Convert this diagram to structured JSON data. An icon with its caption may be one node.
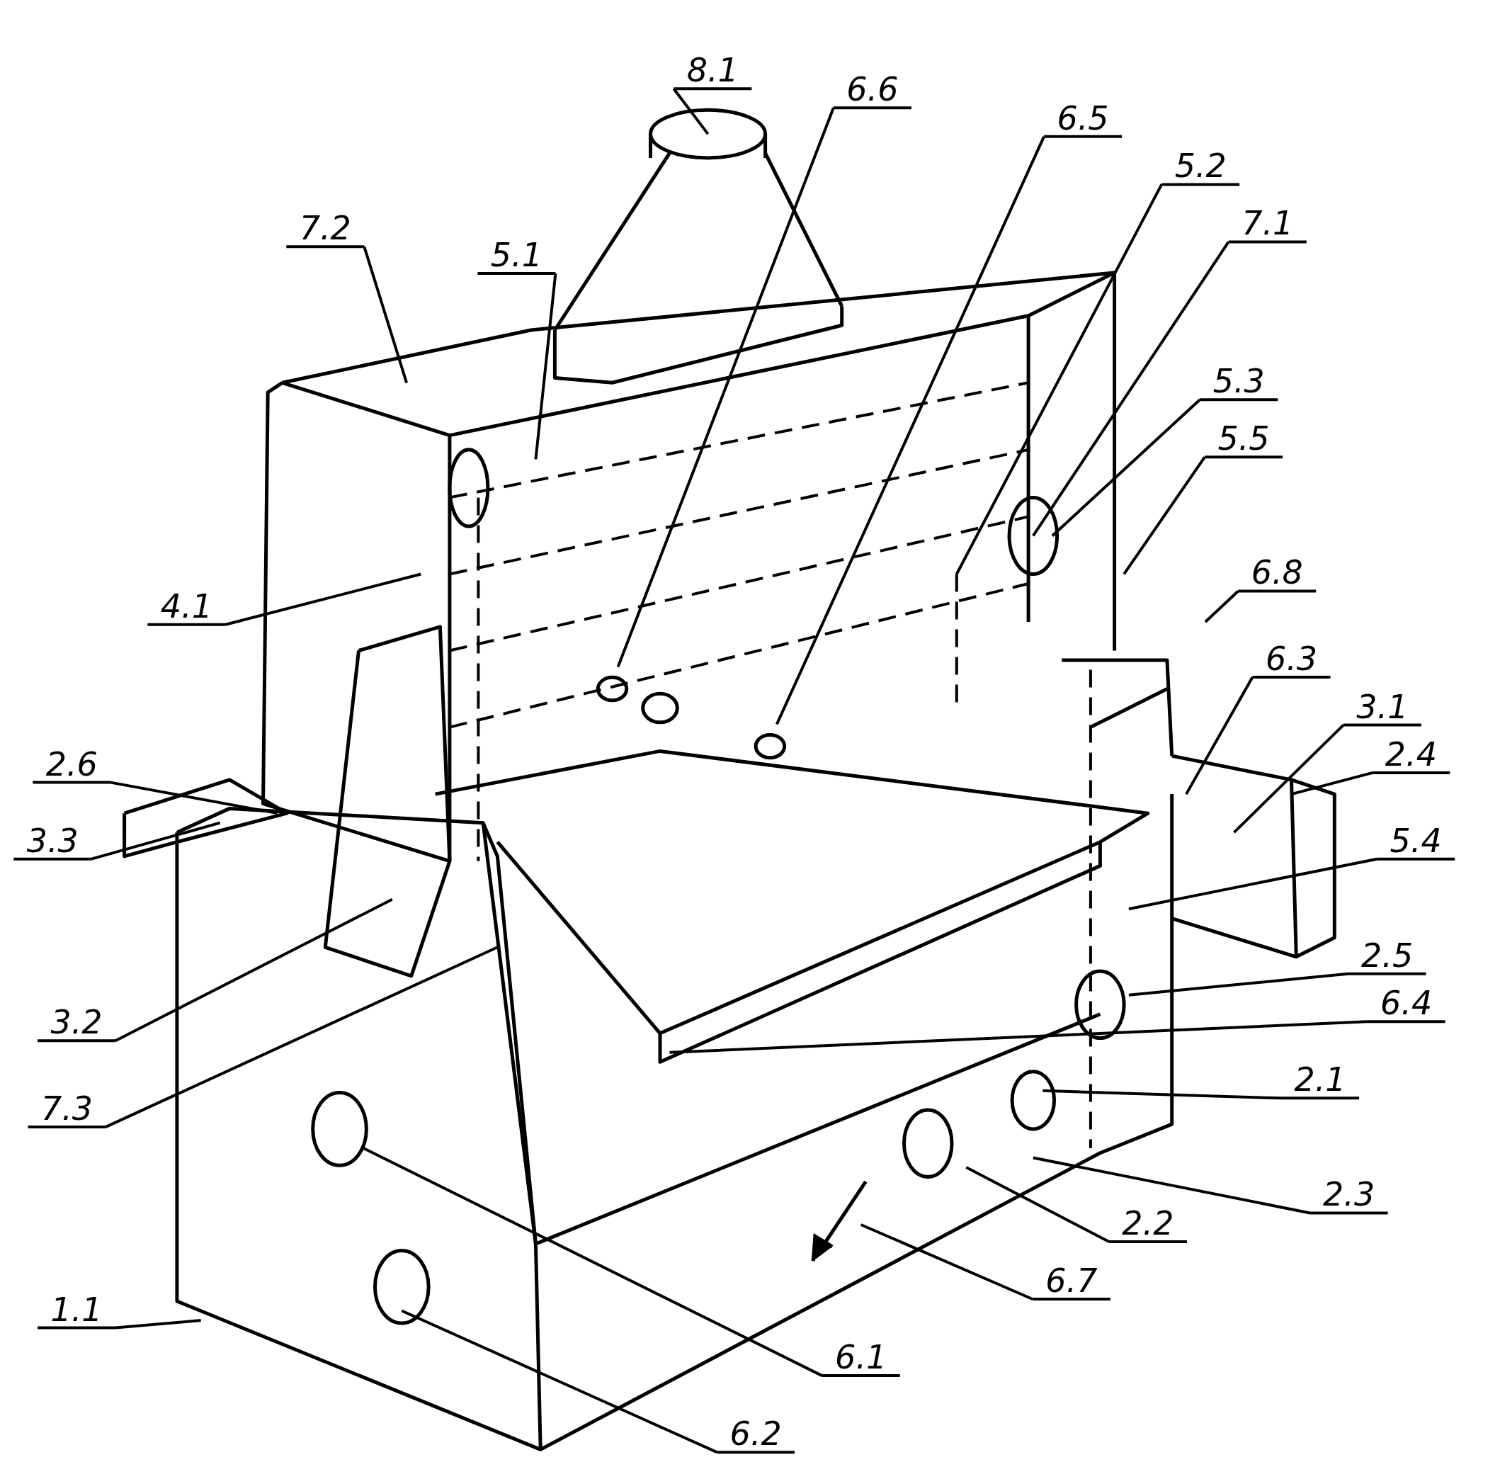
{
  "diagram": {
    "nodes": [
      {
        "text": [
          "8.1"
        ]
      },
      {
        "text": [
          "6.6"
        ]
      },
      {
        "text": [
          "6.5"
        ]
      },
      {
        "text": [
          "5.2"
        ]
      },
      {
        "text": [
          "7.1"
        ]
      },
      {
        "text": [
          "7.2"
        ]
      },
      {
        "text": [
          "5.1"
        ]
      },
      {
        "text": [
          "5.3"
        ]
      },
      {
        "text": [
          "5.5"
        ]
      },
      {
        "text": [
          "6.8"
        ]
      },
      {
        "text": [
          "4.1"
        ]
      },
      {
        "text": [
          "6.3"
        ]
      },
      {
        "text": [
          "3.1"
        ]
      },
      {
        "text": [
          "2.6"
        ]
      },
      {
        "text": [
          "2.4"
        ]
      },
      {
        "text": [
          "3.3"
        ]
      },
      {
        "text": [
          "5.4"
        ]
      },
      {
        "text": [
          "2.5"
        ]
      },
      {
        "text": [
          "3.2"
        ]
      },
      {
        "text": [
          "6.4"
        ]
      },
      {
        "text": [
          "7.3"
        ]
      },
      {
        "text": [
          "2.1"
        ]
      },
      {
        "text": [
          "2.3"
        ]
      },
      {
        "text": [
          "2.2"
        ]
      },
      {
        "text": [
          "6.7"
        ]
      },
      {
        "text": [
          "1.1"
        ]
      },
      {
        "text": [
          "6.1"
        ]
      },
      {
        "text": [
          "6.2"
        ]
      }
    ],
    "edges": [
      {
        "from": 0,
        "to": null,
        "arrow": "none"
      },
      {
        "from": 1,
        "to": null,
        "arrow": "none"
      },
      {
        "from": 2,
        "to": null,
        "arrow": "none"
      },
      {
        "from": 3,
        "to": null,
        "arrow": "none"
      },
      {
        "from": 4,
        "to": null,
        "arrow": "none"
      },
      {
        "from": 5,
        "to": null,
        "arrow": "none"
      },
      {
        "from": 6,
        "to": null,
        "arrow": "none"
      },
      {
        "from": 7,
        "to": null,
        "arrow": "none"
      },
      {
        "from": 8,
        "to": null,
        "arrow": "none"
      },
      {
        "from": 9,
        "to": null,
        "arrow": "none"
      },
      {
        "from": 10,
        "to": null,
        "arrow": "none"
      },
      {
        "from": 11,
        "to": null,
        "arrow": "none"
      },
      {
        "from": 12,
        "to": null,
        "arrow": "none"
      },
      {
        "from": 13,
        "to": null,
        "arrow": "none"
      },
      {
        "from": 14,
        "to": null,
        "arrow": "none"
      },
      {
        "from": 15,
        "to": null,
        "arrow": "none"
      },
      {
        "from": 16,
        "to": null,
        "arrow": "none"
      },
      {
        "from": 17,
        "to": null,
        "arrow": "none"
      },
      {
        "from": 18,
        "to": null,
        "arrow": "none"
      },
      {
        "from": 19,
        "to": null,
        "arrow": "none"
      },
      {
        "from": 20,
        "to": null,
        "arrow": "none"
      },
      {
        "from": 21,
        "to": null,
        "arrow": "none"
      },
      {
        "from": 22,
        "to": null,
        "arrow": "none"
      },
      {
        "from": 23,
        "to": null,
        "arrow": "none"
      },
      {
        "from": 24,
        "to": null,
        "arrow": "none"
      },
      {
        "from": 25,
        "to": null,
        "arrow": "none"
      },
      {
        "from": 26,
        "to": null,
        "arrow": "none"
      },
      {
        "from": 27,
        "to": null,
        "arrow": "none"
      }
    ]
  }
}
